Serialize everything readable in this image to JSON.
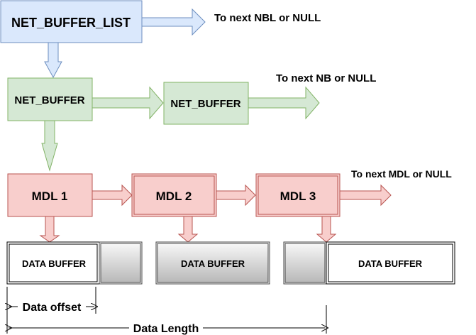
{
  "nodes": {
    "net_buffer_list": "NET_BUFFER_LIST",
    "net_buffer_1": "NET_BUFFER",
    "net_buffer_2": "NET_BUFFER",
    "mdl_1": "MDL 1",
    "mdl_2": "MDL 2",
    "mdl_3": "MDL 3",
    "data_buffer_1": "DATA BUFFER",
    "data_buffer_2": "DATA BUFFER",
    "data_buffer_3": "DATA BUFFER"
  },
  "edge_labels": {
    "next_nbl": "To next NBL  or NULL",
    "next_nb": "To next NB  or NULL",
    "next_mdl": "To next MDL or NULL"
  },
  "measurements": {
    "data_offset": "Data offset",
    "data_length": "Data Length"
  },
  "colors": {
    "nbl_fill": "#dae8fc",
    "nbl_stroke": "#6c8ebf",
    "nb_fill": "#d5e8d4",
    "nb_stroke": "#82b366",
    "mdl_fill": "#f8cecc",
    "mdl_stroke": "#b85450"
  }
}
